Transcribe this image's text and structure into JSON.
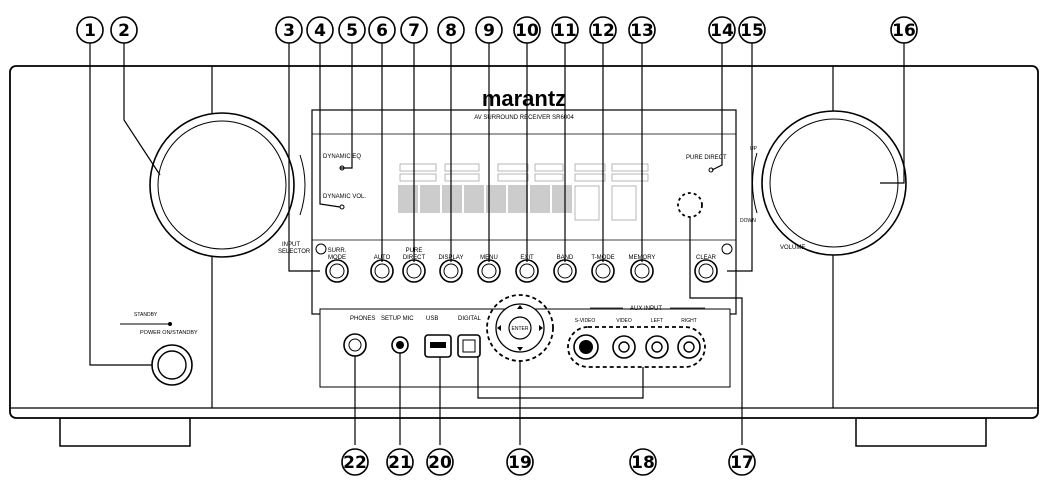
{
  "brand": {
    "logo": "marantz",
    "model": "AV SURROUND RECEIVER SR6004"
  },
  "labels": {
    "dynamic_eq": "DYNAMIC EQ",
    "dynamic_vol": "DYNAMIC VOL.",
    "input_selector_1": "INPUT",
    "input_selector_2": "SELECTOR",
    "pure_direct": "PURE DIRECT",
    "up": "UP",
    "down": "DOWN",
    "volume": "VOLUME",
    "standby": "STANDBY",
    "power": "POWER ON/STANDBY",
    "phones": "PHONES",
    "setup_mic": "SETUP MIC",
    "usb": "USB",
    "digital": "DIGITAL",
    "enter": "ENTER",
    "aux_input": "AUX INPUT",
    "s_video": "S-VIDEO",
    "video": "VIDEO",
    "left": "LEFT",
    "right": "RIGHT"
  },
  "buttons": [
    {
      "id": "surr-mode",
      "label1": "SURR.",
      "label2": "MODE"
    },
    {
      "id": "auto",
      "label1": "AUTO",
      "label2": ""
    },
    {
      "id": "pure-direct",
      "label1": "PURE",
      "label2": "DIRECT"
    },
    {
      "id": "display",
      "label1": "DISPLAY",
      "label2": ""
    },
    {
      "id": "menu",
      "label1": "MENU",
      "label2": ""
    },
    {
      "id": "exit",
      "label1": "EXIT",
      "label2": ""
    },
    {
      "id": "band",
      "label1": "BAND",
      "label2": ""
    },
    {
      "id": "t-mode",
      "label1": "T-MODE",
      "label2": ""
    },
    {
      "id": "memory",
      "label1": "MEMORY",
      "label2": ""
    },
    {
      "id": "clear",
      "label1": "CLEAR",
      "label2": ""
    }
  ],
  "callouts": [
    "1",
    "2",
    "3",
    "4",
    "5",
    "6",
    "7",
    "8",
    "9",
    "10",
    "11",
    "12",
    "13",
    "14",
    "15",
    "16",
    "17",
    "18",
    "19",
    "20",
    "21",
    "22"
  ]
}
